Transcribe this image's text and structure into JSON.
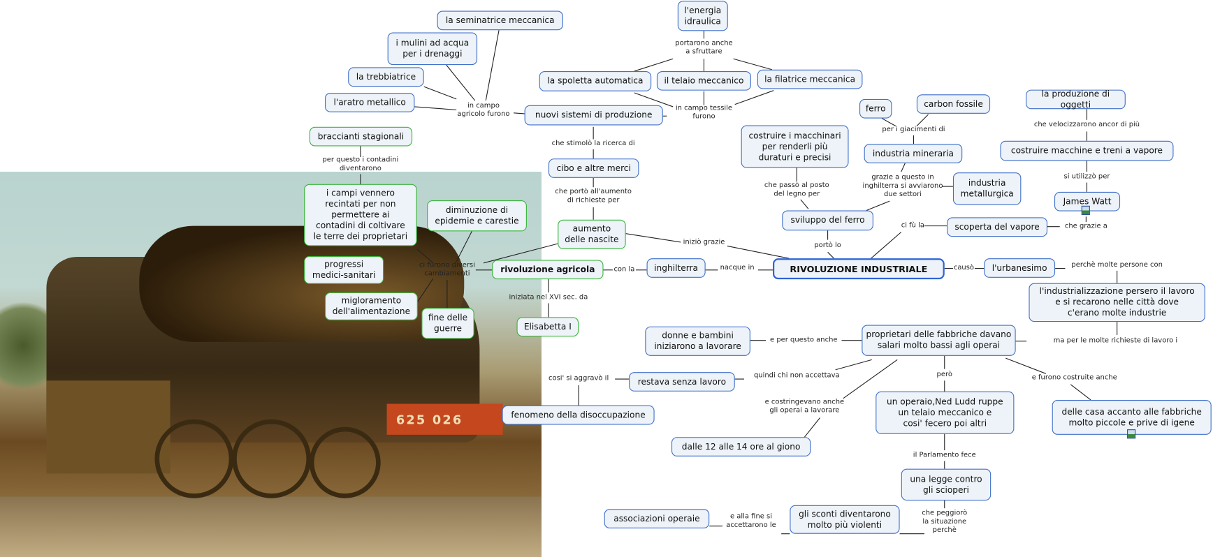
{
  "photo": {
    "description_name": "steam-locomotive-photo",
    "visible_text": "625 026"
  },
  "nodes": {
    "seminatrice": {
      "text": "la seminatrice meccanica",
      "kind": "blue"
    },
    "mulini": {
      "text": "i mulini ad acqua\nper i drenaggi",
      "kind": "blue"
    },
    "trebbiatrice": {
      "text": "la trebbiatrice",
      "kind": "blue"
    },
    "aratro": {
      "text": "l'aratro metallico",
      "kind": "blue"
    },
    "nuovi_sistemi": {
      "text": "nuovi sistemi di produzione",
      "kind": "blue"
    },
    "spoletta": {
      "text": "la spoletta automatica",
      "kind": "blue"
    },
    "telaio": {
      "text": "il telaio meccanico",
      "kind": "blue"
    },
    "filatrice": {
      "text": "la filatrice meccanica",
      "kind": "blue"
    },
    "energia": {
      "text": "l'energia\nidraulica",
      "kind": "blue"
    },
    "cibo": {
      "text": "cibo e altre merci",
      "kind": "blue"
    },
    "costruire_macchinari": {
      "text": "costruire i macchinari\nper renderli più\nduraturi e precisi",
      "kind": "blue"
    },
    "ferro": {
      "text": "ferro",
      "kind": "blue"
    },
    "carbon": {
      "text": "carbon fossile",
      "kind": "blue"
    },
    "mineraria": {
      "text": "industria mineraria",
      "kind": "blue"
    },
    "metallurgica": {
      "text": "industria\nmetallurgica",
      "kind": "blue"
    },
    "sviluppo_ferro": {
      "text": "sviluppo del ferro",
      "kind": "blue"
    },
    "produzione_oggetti": {
      "text": "la produzione di oggetti",
      "kind": "blue"
    },
    "macchine_treni": {
      "text": "costruire macchine e treni a vapore",
      "kind": "blue"
    },
    "james_watt": {
      "text": "James Watt",
      "kind": "blue"
    },
    "scoperta_vapore": {
      "text": "scoperta del vapore",
      "kind": "blue"
    },
    "rivoluzione_industriale": {
      "text": "RIVOLUZIONE INDUSTRIALE",
      "kind": "main"
    },
    "inghilterra": {
      "text": "inghilterra",
      "kind": "blue"
    },
    "urbanesimo": {
      "text": "l'urbanesimo",
      "kind": "blue"
    },
    "industrializzazione": {
      "text": "l'industrializzazione persero il lavoro\ne si recarono nelle città dove\nc'erano molte industrie",
      "kind": "blue"
    },
    "proprietari": {
      "text": "proprietari delle fabbriche davano\nsalari molto bassi agli operai",
      "kind": "blue"
    },
    "donne": {
      "text": "donne e bambini\niniziarono a lavorare",
      "kind": "blue"
    },
    "restava": {
      "text": "restava senza lavoro",
      "kind": "blue"
    },
    "fenomeno": {
      "text": "fenomeno della disoccupazione",
      "kind": "blue"
    },
    "dalle12": {
      "text": "dalle 12 alle 14 ore al giono",
      "kind": "blue"
    },
    "ned_ludd": {
      "text": "un operaio,Ned Ludd ruppe\nun telaio meccanico e\ncosi' fecero poi altri",
      "kind": "blue"
    },
    "case": {
      "text": "delle casa accanto alle fabbriche\nmolto piccole e prive di igene",
      "kind": "blue"
    },
    "legge": {
      "text": "una legge contro\ngli scioperi",
      "kind": "blue"
    },
    "sconti": {
      "text": "gli sconti diventarono\nmolto più violenti",
      "kind": "blue"
    },
    "associazioni": {
      "text": "associazioni operaie",
      "kind": "blue"
    },
    "braccianti": {
      "text": "braccianti stagionali",
      "kind": "green"
    },
    "campi": {
      "text": "i campi vennero\nrecintati per non\npermettere ai\ncontadini di coltivare\nle terre dei proprietari",
      "kind": "green"
    },
    "diminuzione": {
      "text": "diminuzione di\nepidemie e carestie",
      "kind": "green"
    },
    "aumento": {
      "text": "aumento\ndelle nascite",
      "kind": "green"
    },
    "progressi": {
      "text": "progressi\nmedici-sanitari",
      "kind": "green"
    },
    "rivoluzione_agricola": {
      "text": "rivoluzione agricola",
      "kind": "green-bold"
    },
    "miglioramento": {
      "text": "migloramento\ndell'alimentazione",
      "kind": "green"
    },
    "fine_guerre": {
      "text": "fine delle\nguerre",
      "kind": "green"
    },
    "elisabetta": {
      "text": "Elisabetta I",
      "kind": "green"
    }
  },
  "link_labels": {
    "agricolo": "in campo\nagricolo furono",
    "portarono": "portarono anche\na sfruttare",
    "tessile": "in campo tessile\nfurono",
    "stimolo": "che stimolò la ricerca di",
    "porto_aumento": "che portò all'aumento\ndi richieste per",
    "contadini": "per questo i contadini\ndiventarono",
    "cambiamenti": "ci furono diversi\ncambiamenti",
    "inizio_grazie": "iniziò grazie",
    "con_la": "con la",
    "nacque_in": "nacque in",
    "iniziata": "iniziata nel XVI sec. da",
    "passo": "che passò al posto\ndel legno per",
    "giacimenti": "per i giacimenti di",
    "settori": "grazie a questo in\ninghilterra si avviarono\ndue settori",
    "porto_lo": "portò lo",
    "ci_fu": "ci fù la",
    "grazie_a": "che grazie a",
    "velocizzarono": "che velocizzarono ancor di più",
    "utilizzo": "si utilizzò per",
    "causo": "causò",
    "perche_persone": "perchè molte persone con",
    "richieste_lavoro": "ma per le molte richieste di lavoro i",
    "per_questo_anche": "e per questo anche",
    "non_accettava": "quindi chi non accettava",
    "aggravo": "cosi' si aggravò il",
    "costringevano": "e costringevano anche\ngli operai a lavorare",
    "pero": "però",
    "costruite": "e furono costruite anche",
    "parlamento": "il Parlamento fece",
    "peggioro": "che peggiorò\nla situazione\nperchè",
    "accettarono": "e alla fine si\naccettarono le"
  },
  "colors": {
    "blue_border": "#3f6fc9",
    "green_border": "#3ab53a",
    "node_fill": "#edf3f8",
    "main_border": "#2f63d6",
    "link": "#222222"
  },
  "icons": [
    "image-attachment-icon"
  ]
}
